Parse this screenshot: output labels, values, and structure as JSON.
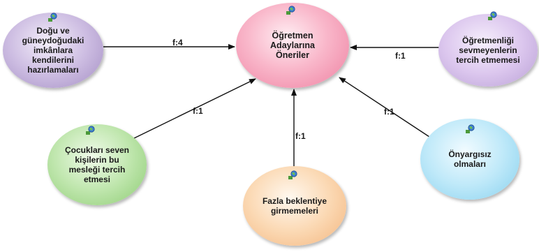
{
  "diagram": {
    "nodes": {
      "center": {
        "label": "Öğretmen\nAdaylarına\nÖneriler",
        "color": "#f4a3ba"
      },
      "left": {
        "label": "Doğu ve\ngüneydoğudaki\nimkânlara\nkendilerini\nhazırlamaları",
        "color": "#b9a7d4"
      },
      "right": {
        "label": "Öğretmenliği\nsevmeyenlerin\ntercih etmemesi",
        "color": "#d3bce8"
      },
      "bottom_left": {
        "label": "Çocukları seven\nkişilerin bu\nmesleği tercih\netmesi",
        "color": "#a9dc93"
      },
      "bottom_right": {
        "label": "Önyargısız\nolmaları",
        "color": "#a6def4"
      },
      "bottom": {
        "label": "Fazla beklentiye\ngirmemeleri",
        "color": "#f8c89a"
      }
    },
    "edges": [
      {
        "from": "left",
        "to": "center",
        "label": "f:4"
      },
      {
        "from": "right",
        "to": "center",
        "label": "f:1"
      },
      {
        "from": "bottom_left",
        "to": "center",
        "label": "f:1"
      },
      {
        "from": "bottom",
        "to": "center",
        "label": "f:1"
      },
      {
        "from": "bottom_right",
        "to": "center",
        "label": "f:1"
      }
    ],
    "node_icon": "globe-node-icon",
    "edge_color": "#111111"
  }
}
